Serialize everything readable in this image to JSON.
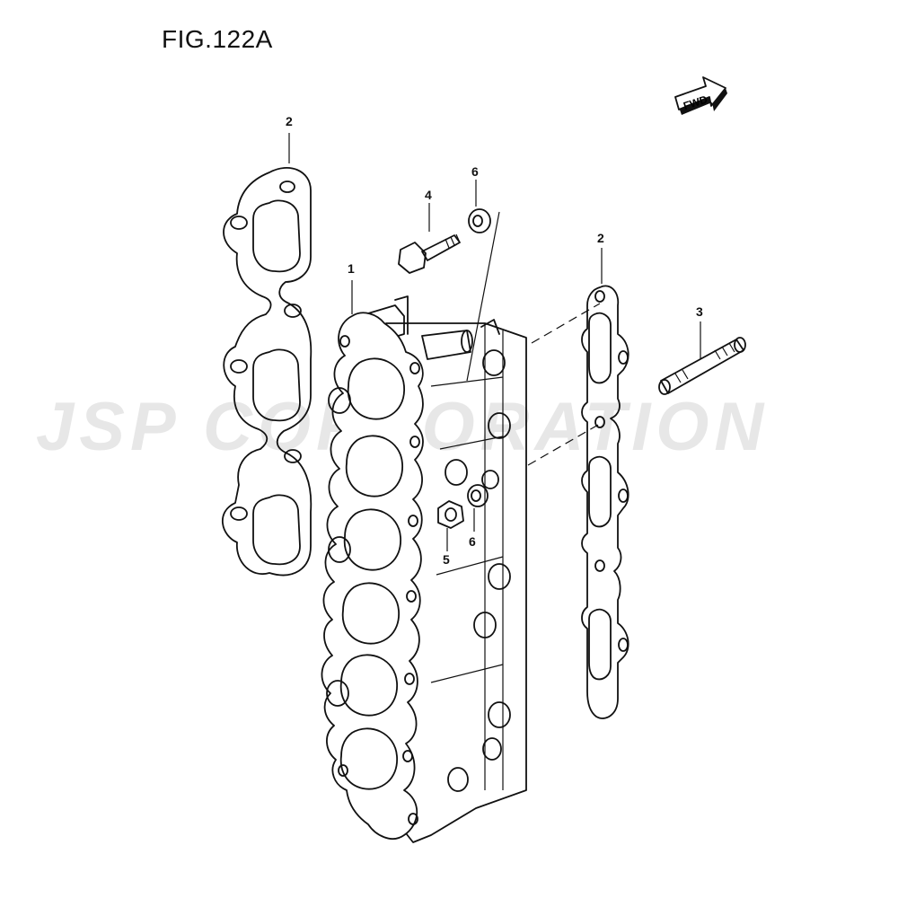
{
  "figure": {
    "title": "FIG.122A"
  },
  "fwd_label": "FWD",
  "watermark": "JSP CORPORATION",
  "callouts": {
    "gasket_left": "2",
    "gasket_right": "2",
    "manifold": "1",
    "stud": "3",
    "bolt": "4",
    "washer_top": "6",
    "washer_mid": "6",
    "nut": "5"
  },
  "colors": {
    "line": "#111111",
    "watermark": "#aaaaaa",
    "background": "#ffffff"
  }
}
